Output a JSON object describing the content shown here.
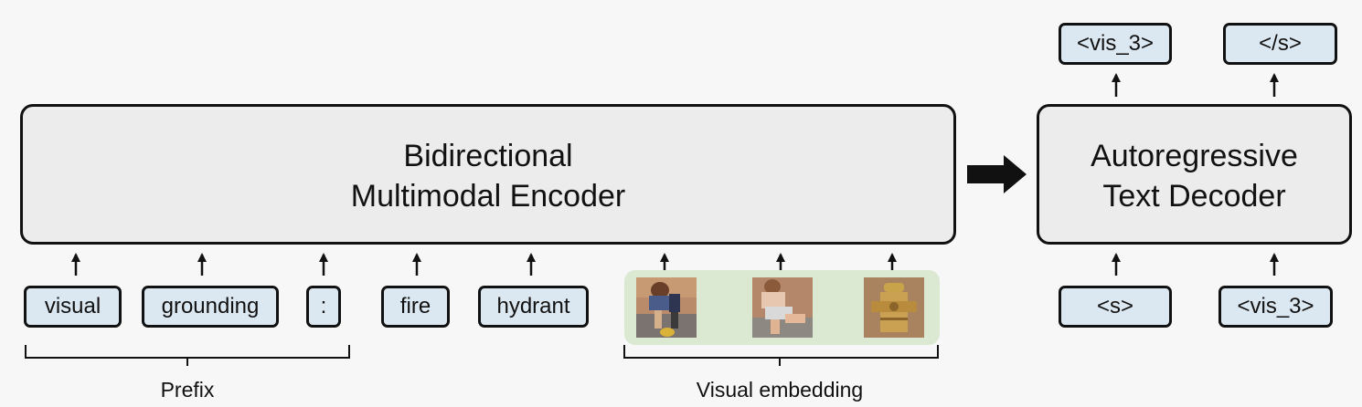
{
  "encoder": {
    "title_line1": "Bidirectional",
    "title_line2": "Multimodal Encoder"
  },
  "decoder": {
    "title_line1": "Autoregressive",
    "title_line2": "Text Decoder"
  },
  "input_tokens": [
    "visual",
    "grounding",
    ":",
    "fire",
    "hydrant"
  ],
  "decoder_inputs": [
    "<s>",
    "<vis_3>"
  ],
  "decoder_outputs": [
    "<vis_3>",
    "</s>"
  ],
  "labels": {
    "prefix": "Prefix",
    "visual_embedding": "Visual embedding"
  },
  "colors": {
    "token_fill": "#dce8f1",
    "box_fill": "#ececec",
    "visual_panel": "#dbe8d2"
  }
}
